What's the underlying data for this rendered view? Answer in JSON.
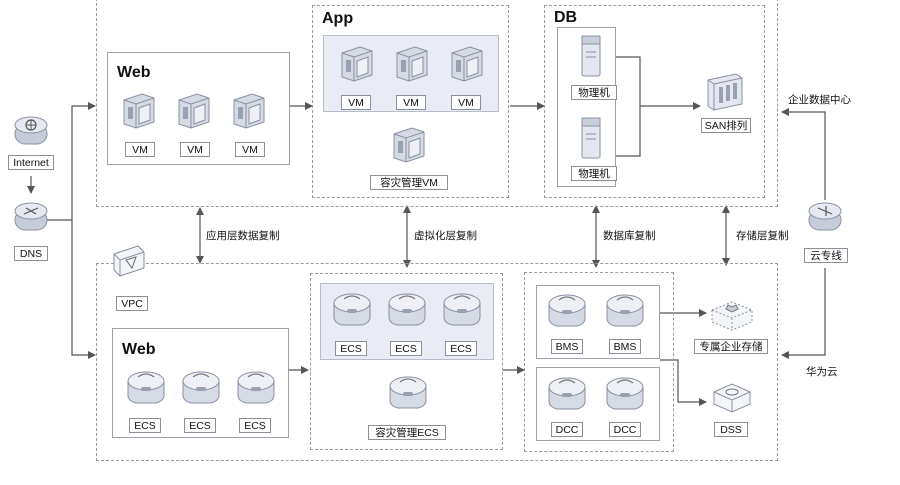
{
  "left": {
    "internet": "Internet",
    "dns": "DNS"
  },
  "right": {
    "enterprise_dc": "企业数据中心",
    "cloud_line": "云专线",
    "huawei_cloud": "华为云"
  },
  "top": {
    "web": {
      "title": "Web",
      "vms": [
        "VM",
        "VM",
        "VM"
      ]
    },
    "app": {
      "title": "App",
      "vms": [
        "VM",
        "VM",
        "VM"
      ],
      "dr": "容灾管理VM"
    },
    "db": {
      "title": "DB",
      "physical": [
        "物理机",
        "物理机"
      ],
      "san": "SAN排列"
    }
  },
  "replication": {
    "app_layer": "应用层数据复制",
    "virtual": "虚拟化层复制",
    "database": "数据库复制",
    "storage": "存储层复制"
  },
  "bottom": {
    "vpc": "VPC",
    "web": {
      "title": "Web",
      "ecs": [
        "ECS",
        "ECS",
        "ECS"
      ]
    },
    "app": {
      "ecs": [
        "ECS",
        "ECS",
        "ECS"
      ],
      "dr": "容灾管理ECS"
    },
    "db": {
      "bms": [
        "BMS",
        "BMS"
      ],
      "dcc": [
        "DCC",
        "DCC"
      ]
    },
    "storage": "专属企业存储",
    "dss": "DSS"
  }
}
